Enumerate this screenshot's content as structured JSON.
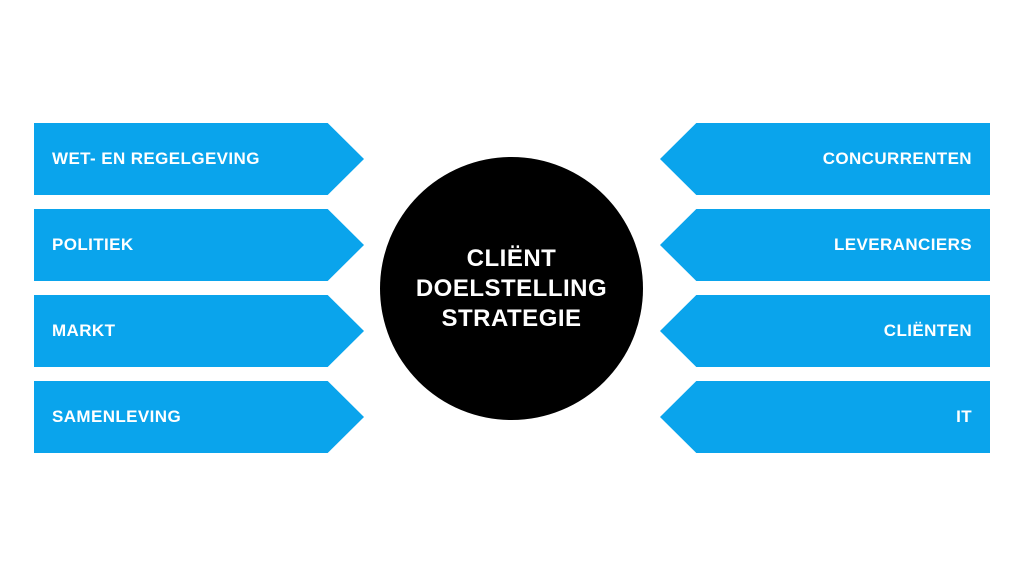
{
  "center": {
    "lines": [
      "CLIËNT",
      "DOELSTELLING",
      "STRATEGIE"
    ]
  },
  "left_items": [
    {
      "label": "WET- EN REGELGEVING"
    },
    {
      "label": "POLITIEK"
    },
    {
      "label": "MARKT"
    },
    {
      "label": "SAMENLEVING"
    }
  ],
  "right_items": [
    {
      "label": "CONCURRENTEN"
    },
    {
      "label": "LEVERANCIERS"
    },
    {
      "label": "CLIËNTEN"
    },
    {
      "label": "IT"
    }
  ],
  "colors": {
    "arrow": "#0aa4ec",
    "circle": "#000000",
    "text": "#ffffff",
    "background": "#ffffff"
  }
}
